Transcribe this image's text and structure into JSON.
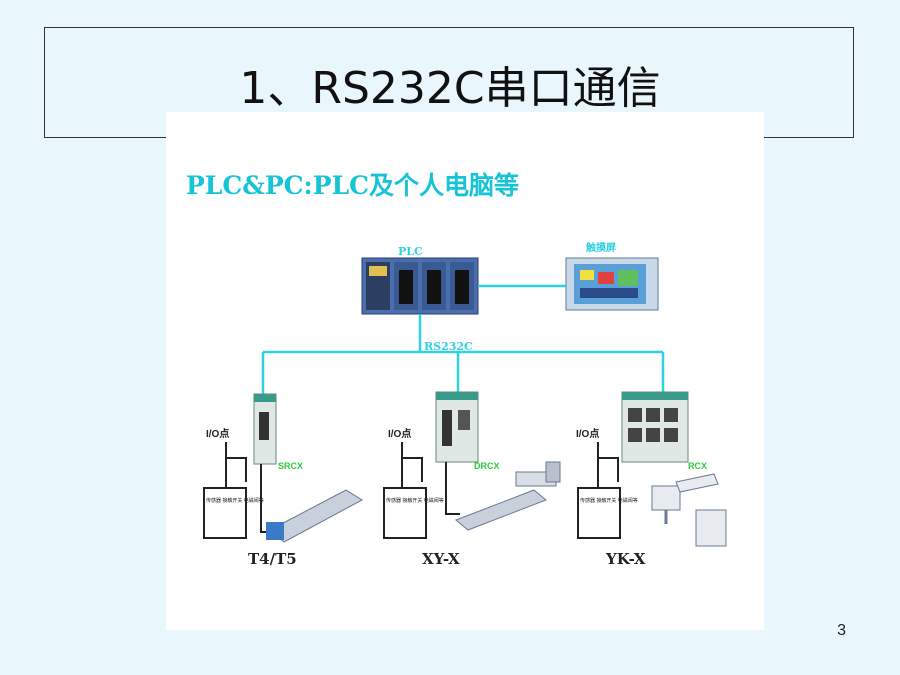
{
  "slide": {
    "title": "1、RS232C串口通信",
    "page_number": "3"
  },
  "diagram": {
    "heading": "PLC&PC:PLC及个人电脑等",
    "plc_label": "PLC",
    "touchscreen_label": "触摸屏",
    "bus_label": "RS232C",
    "nodes": [
      {
        "io_label": "I/O点",
        "controller": "SRCX",
        "device_text": "传感器 接触开关 电磁阀等",
        "model": "T4/T5"
      },
      {
        "io_label": "I/O点",
        "controller": "DRCX",
        "device_text": "传感器 接触开关 电磁阀等",
        "model": "XY-X"
      },
      {
        "io_label": "I/O点",
        "controller": "RCX",
        "device_text": "传感器 接触开关 电磁阀等",
        "model": "YK-X"
      }
    ],
    "colors": {
      "heading": "#17c3d6",
      "line": "#2fd0e0",
      "controller_label": "#2ecc40",
      "plc_body": "#4b6fae"
    }
  }
}
